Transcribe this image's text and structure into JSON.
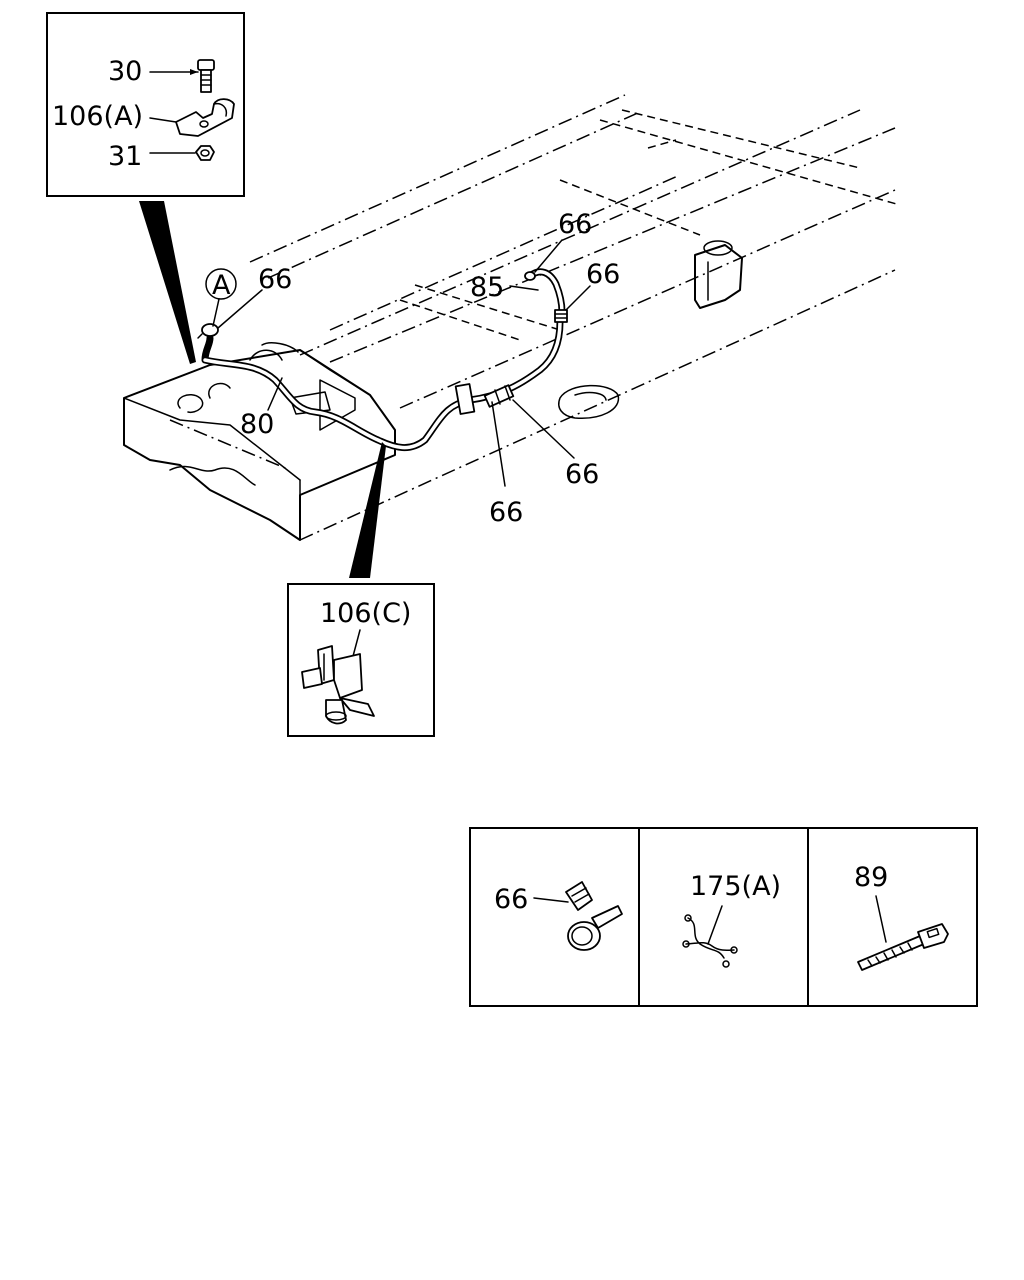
{
  "inset_top": {
    "labels": {
      "bolt": "30",
      "clip": "106(A)",
      "nut": "31"
    }
  },
  "main": {
    "labels": {
      "circle_ref": "A",
      "clamp_left": "66",
      "hose_top": "66",
      "hose": "85",
      "hose_end": "66",
      "pipe": "80",
      "clamp_right": "66",
      "clamp_bottom": "66"
    }
  },
  "inset_mid": {
    "labels": {
      "clip": "106(C)"
    }
  },
  "parts_box": {
    "cells": [
      {
        "label": "66"
      },
      {
        "label": "175(A)"
      },
      {
        "label": "89"
      }
    ]
  }
}
